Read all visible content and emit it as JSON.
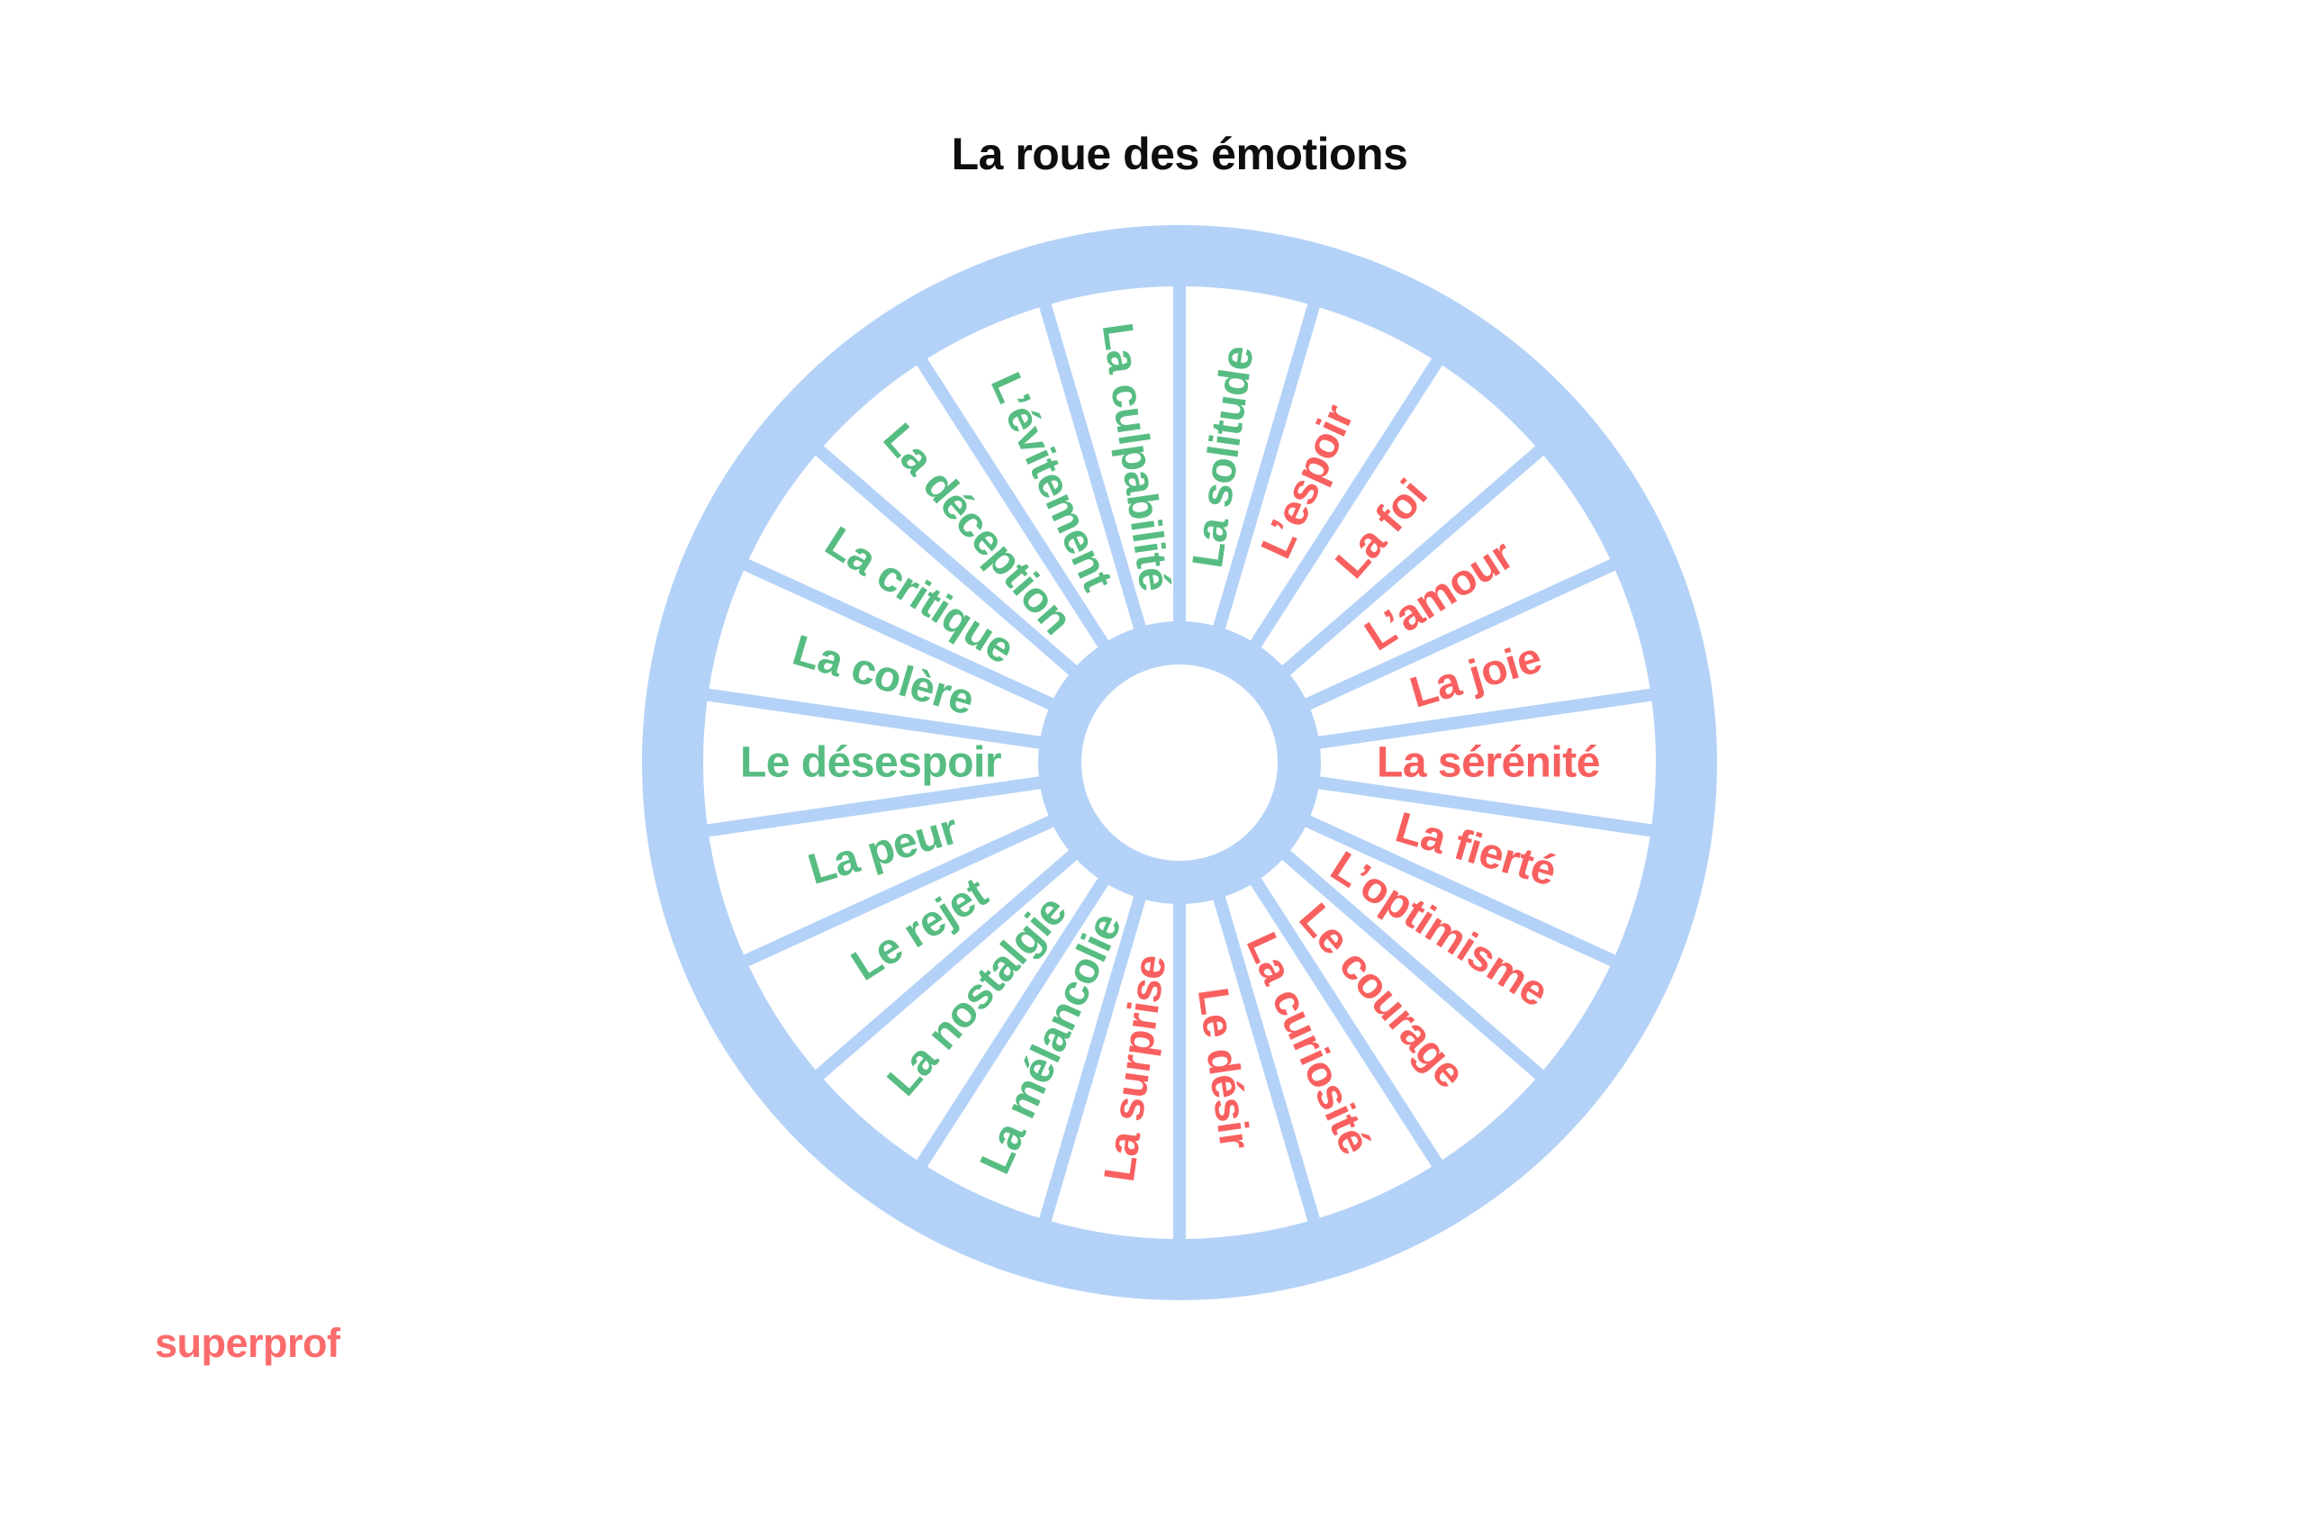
{
  "title": "La roue des émotions",
  "branding": {
    "logo_text": "superprof"
  },
  "colors": {
    "background": "#FFFFFF",
    "wheel_blue": "#B4D2F8",
    "segment_fill": "#FFFFFF",
    "negative_text_green": "#57BC82",
    "positive_text_red": "#F8605F",
    "title_color": "#0E0E0E",
    "logo_color": "#FB6B6B"
  },
  "wheel": {
    "segments_clockwise_from_top": [
      {
        "label": "La solitude",
        "sentiment": "negative"
      },
      {
        "label": "L’espoir",
        "sentiment": "positive"
      },
      {
        "label": "La foi",
        "sentiment": "positive"
      },
      {
        "label": "L’amour",
        "sentiment": "positive"
      },
      {
        "label": "La joie",
        "sentiment": "positive"
      },
      {
        "label": "La sérénité",
        "sentiment": "positive"
      },
      {
        "label": "La fierté",
        "sentiment": "positive"
      },
      {
        "label": "L’optimisme",
        "sentiment": "positive"
      },
      {
        "label": "Le courage",
        "sentiment": "positive"
      },
      {
        "label": "La curiosité",
        "sentiment": "positive"
      },
      {
        "label": "Le désir",
        "sentiment": "positive"
      },
      {
        "label": "La surprise",
        "sentiment": "positive"
      },
      {
        "label": "La mélancolie",
        "sentiment": "negative"
      },
      {
        "label": "La nostalgie",
        "sentiment": "negative"
      },
      {
        "label": "Le rejet",
        "sentiment": "negative"
      },
      {
        "label": "La peur",
        "sentiment": "negative"
      },
      {
        "label": "Le désespoir",
        "sentiment": "negative"
      },
      {
        "label": "La colère",
        "sentiment": "negative"
      },
      {
        "label": "La critique",
        "sentiment": "negative"
      },
      {
        "label": "La déception",
        "sentiment": "negative"
      },
      {
        "label": "L’évitement",
        "sentiment": "negative"
      },
      {
        "label": "La culpabilité",
        "sentiment": "negative"
      }
    ]
  }
}
